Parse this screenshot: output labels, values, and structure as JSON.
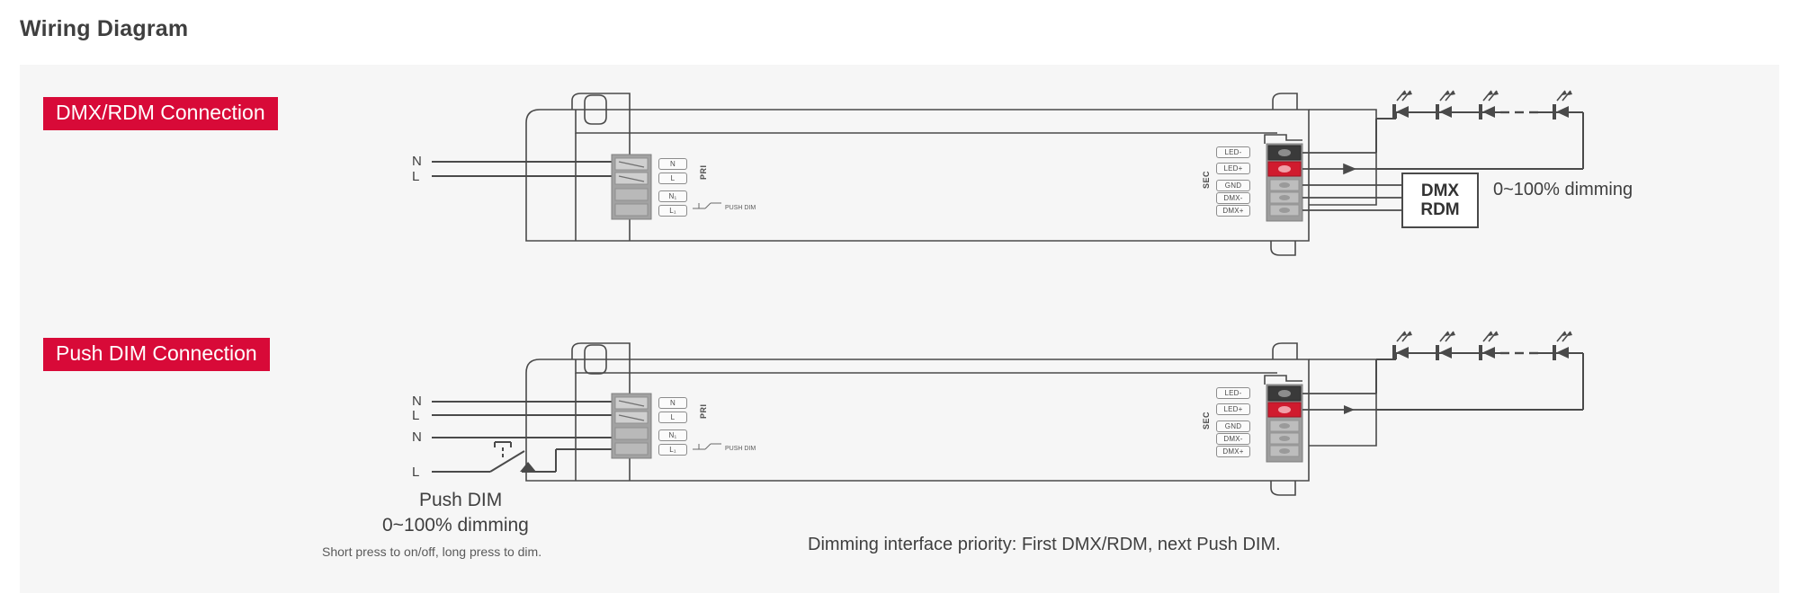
{
  "page": {
    "title": "Wiring Diagram"
  },
  "sections": [
    {
      "id": "dmx",
      "badge": "DMX/RDM Connection",
      "mains_labels": [
        "N",
        "L"
      ],
      "primary_side_label": "PRI",
      "secondary_side_label": "SEC",
      "primary_terminals": [
        "N",
        "L",
        "N₁",
        "L₁"
      ],
      "push_dim_hint": "PUSH DIM",
      "secondary_terminals": [
        "LED-",
        "LED+",
        "GND",
        "DMX-",
        "DMX+"
      ],
      "controller": {
        "line1": "DMX",
        "line2": "RDM"
      },
      "dimming_note": "0~100% dimming"
    },
    {
      "id": "push",
      "badge": "Push DIM Connection",
      "mains_labels": [
        "N",
        "L",
        "N",
        "L"
      ],
      "primary_side_label": "PRI",
      "secondary_side_label": "SEC",
      "primary_terminals": [
        "N",
        "L",
        "N₁",
        "L₁"
      ],
      "push_dim_hint": "PUSH DIM",
      "secondary_terminals": [
        "LED-",
        "LED+",
        "GND",
        "DMX-",
        "DMX+"
      ],
      "switch_caption": "Push DIM",
      "dimming_note": "0~100% dimming",
      "press_note": "Short press to on/off, long press to dim."
    }
  ],
  "footer": {
    "priority_note": "Dimming interface priority: First DMX/RDM, next Push DIM."
  },
  "colors": {
    "badge_red": "#d80a38",
    "panel_bg": "#f6f6f6",
    "line": "#4a4a4a",
    "text": "#3f3f3f"
  }
}
